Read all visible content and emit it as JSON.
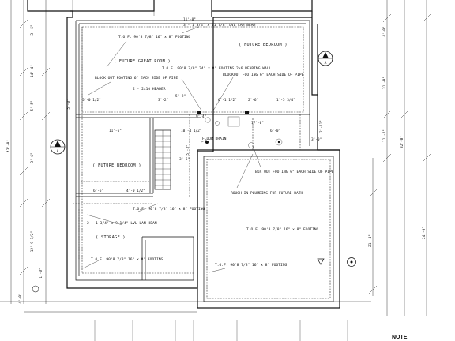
{
  "sheet": {
    "note_label": "NOTE"
  },
  "rooms": {
    "great_room": "( FUTURE GREAT ROOM )",
    "bedroom_top": "( FUTURE BEDROOM )",
    "bedroom_left": "( FUTURE BEDROOM )",
    "storage": "( STORAGE )"
  },
  "callouts": {
    "lvl_beam_top": "3 - 1 3/4\" x 11 7/8\" LVL LAM BEAM",
    "top_footing_1": "T.O.F. 90'8 7/8\" 16\" x 8\" FOOTING",
    "blockout_left": "BLOCK OUT FOOTING 6\" EACH SIDE OF PIPE",
    "top_footing_2": "T.O.F. 90'8 7/8\" 24\" x 8\" FOOTING 2x6 BEARING WALL",
    "blockout_right": "BLOCKOUT FOOTING 6\" EACH SIDE OF PIPE",
    "header": "2 - 2x10 HEADER",
    "floor_drain": "FLOOR DRAIN",
    "box_out": "BOX OUT FOOTING 6\" EACH SIDE OF PIPE",
    "rough_in": "ROUGH-IN PLUMBING FOR FUTURE BATH",
    "top_footing_3": "T.O.F. 90'8 7/8\" 16\" x 8\" FOOTING",
    "lvl_beam_bottom": "2 - 1 3/4\" x 9 1/4\" LVL LAM BEAM",
    "top_footing_4": "T.O.F. 90'8 7/8\" 16\" x 8\" FOOTING",
    "top_footing_5": "T.O.F. 90'8 7/8\" 16\" x 8\" FOOTING",
    "top_footing_6": "T.O.F. 90'8 7/8\" 16\" x 8\" FOOTING"
  },
  "dimensions": {
    "top_a": "11'-0\"",
    "interior_row1": [
      "5'-0 1/2\"",
      "3'-2\"",
      "5'-2\"",
      "6'-1 1/2\"",
      "2'-6\"",
      "1'-5 3/4\""
    ],
    "interior_row2": [
      "11'-6\"",
      "10'-4 1/2\"",
      "6'-0\""
    ],
    "interior_row3": [
      "6'-5\"",
      "4'-0 1/2\""
    ],
    "left_outer": [
      "3'-5\"",
      "14'-4\"",
      "5'-5\"",
      "43'-0\"",
      "3'-6\"",
      "12'-9 1/2\"",
      "4'-0\""
    ],
    "right_outer": [
      "4'-0\"",
      "31'-0\"",
      "11'-4\"",
      "21'-4\"",
      "32'-0\"",
      "24'-0\""
    ],
    "misc": [
      "17'-0\"",
      "9'-4\"",
      "5'-3\"",
      "3'-5\"",
      "2'-11\"",
      "3'-0\"",
      "5'-0\"",
      "1'-0\""
    ]
  },
  "markers": {
    "section_right": "A",
    "section_left": "A"
  }
}
